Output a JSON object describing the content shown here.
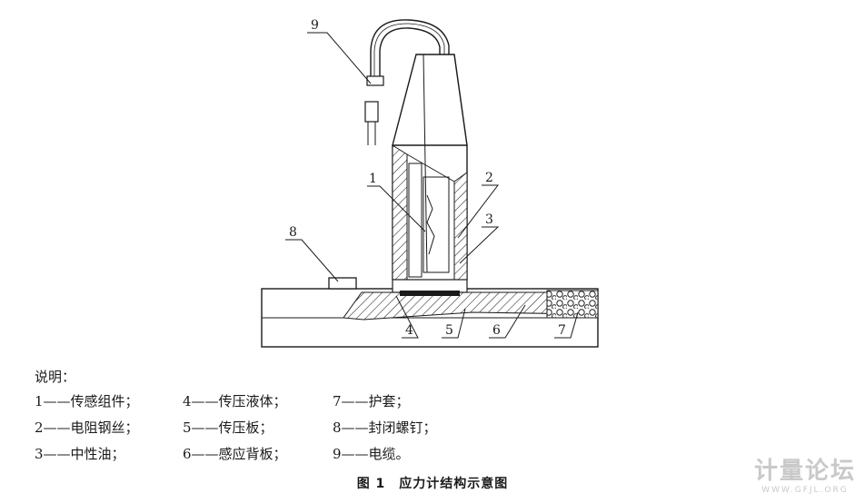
{
  "diagram": {
    "callouts": [
      "1",
      "2",
      "3",
      "4",
      "5",
      "6",
      "7",
      "8",
      "9"
    ]
  },
  "legend": {
    "heading": "说明：",
    "rows": [
      [
        "1——传感组件；",
        "4——传压液体；",
        "7——护套；"
      ],
      [
        "2——电阻钢丝；",
        "5——传压板；",
        "8——封闭螺钉；"
      ],
      [
        "3——中性油；",
        "6——感应背板；",
        "9——电缆。"
      ]
    ]
  },
  "caption": "图 1　应力计结构示意图",
  "watermark": {
    "title": "计量论坛",
    "url": "WWW.GFJL.ORG"
  }
}
